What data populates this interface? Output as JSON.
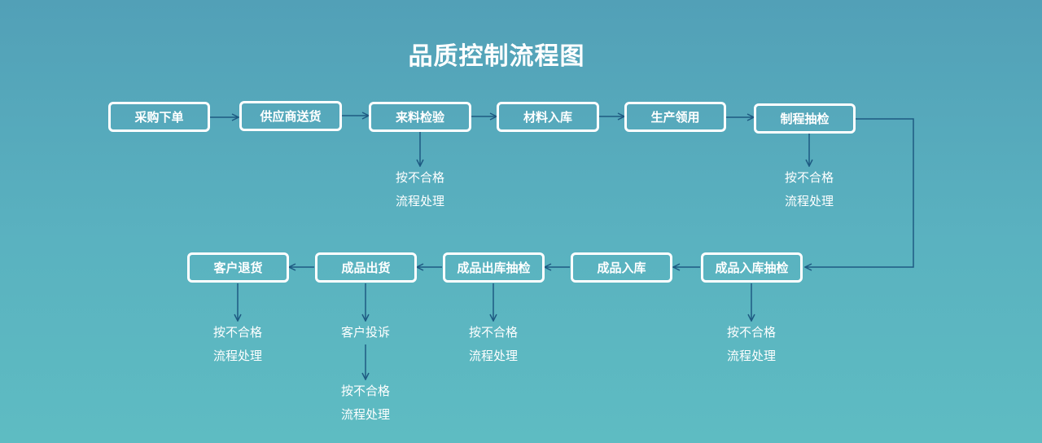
{
  "title": "品质控制流程图",
  "steps": {
    "purchase_order": "采购下单",
    "supplier_delivery": "供应商送货",
    "incoming_inspection": "来料检验",
    "material_storage": "材料入库",
    "production_picking": "生产领用",
    "process_sampling": "制程抽检",
    "finished_storage_sampling": "成品入库抽检",
    "finished_storage": "成品入库",
    "finished_outbound_sampling": "成品出库抽检",
    "finished_shipment": "成品出货",
    "customer_return": "客户退货"
  },
  "notes": {
    "nonconforming_line1": "按不合格",
    "nonconforming_line2": "流程处理",
    "customer_complaint": "客户投诉"
  },
  "colors": {
    "arrow": "#1e5a82",
    "box_border": "#ffffff",
    "text": "#ffffff"
  }
}
